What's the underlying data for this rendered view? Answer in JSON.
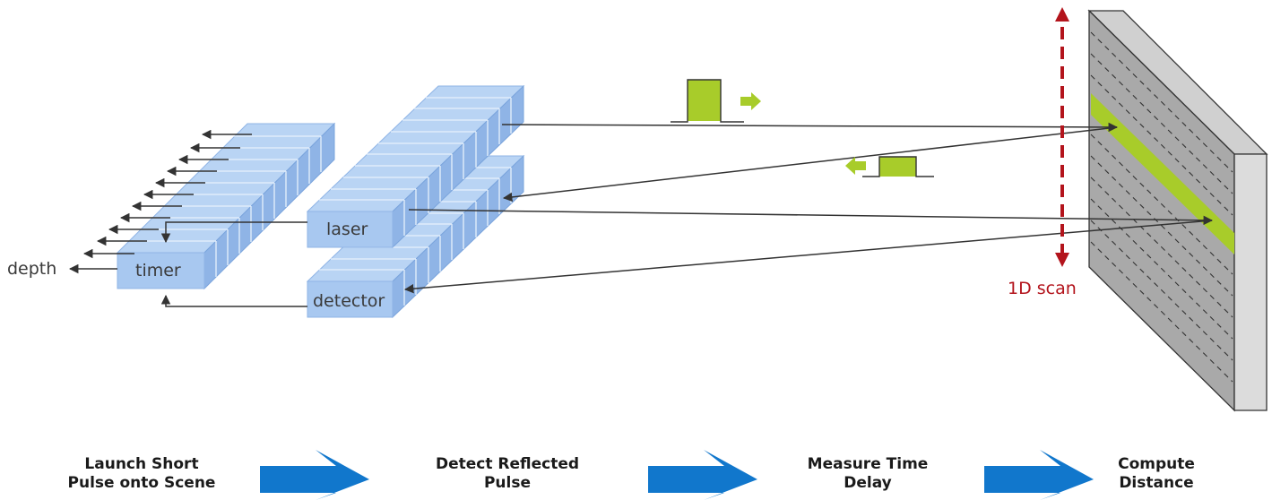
{
  "labels": {
    "laser": "laser",
    "detector": "detector",
    "timer": "timer",
    "depth": "depth",
    "scan": "1D scan"
  },
  "steps": [
    {
      "line1": "Launch Short",
      "line2": "Pulse onto Scene"
    },
    {
      "line1": "Detect Reflected",
      "line2": "Pulse"
    },
    {
      "line1": "Measure Time",
      "line2": "Delay"
    },
    {
      "line1": "Compute",
      "line2": "Distance"
    }
  ],
  "colors": {
    "block_front": "#a8c8f0",
    "block_top": "#b9d4f4",
    "block_side": "#8fb4e6",
    "block_grid": "#e8f1fc",
    "pulse_green": "#a8cc2a",
    "wall_face": "#a9a9a9",
    "scan_red": "#b3141c",
    "step_arrow": "#1177cc",
    "line": "#333333"
  },
  "icons": {
    "step_arrow": "right-arrow-icon",
    "pulse_dir": "green-arrow-icon"
  }
}
